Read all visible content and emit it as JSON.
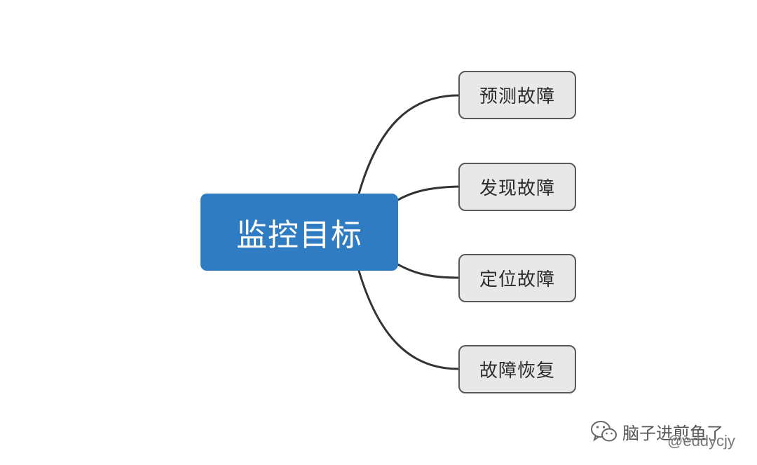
{
  "diagram": {
    "type": "mind-map",
    "central": {
      "label": "监控目标",
      "color": "#2f7cc3"
    },
    "branches": [
      {
        "label": "预测故障"
      },
      {
        "label": "发现故障"
      },
      {
        "label": "定位故障"
      },
      {
        "label": "故障恢复"
      }
    ],
    "branch_fill": "#e8e8e8",
    "connector_color": "#333333"
  },
  "watermark": {
    "name": "脑子进煎鱼了",
    "handle": "@eddycjy",
    "icon": "wechat-icon"
  }
}
